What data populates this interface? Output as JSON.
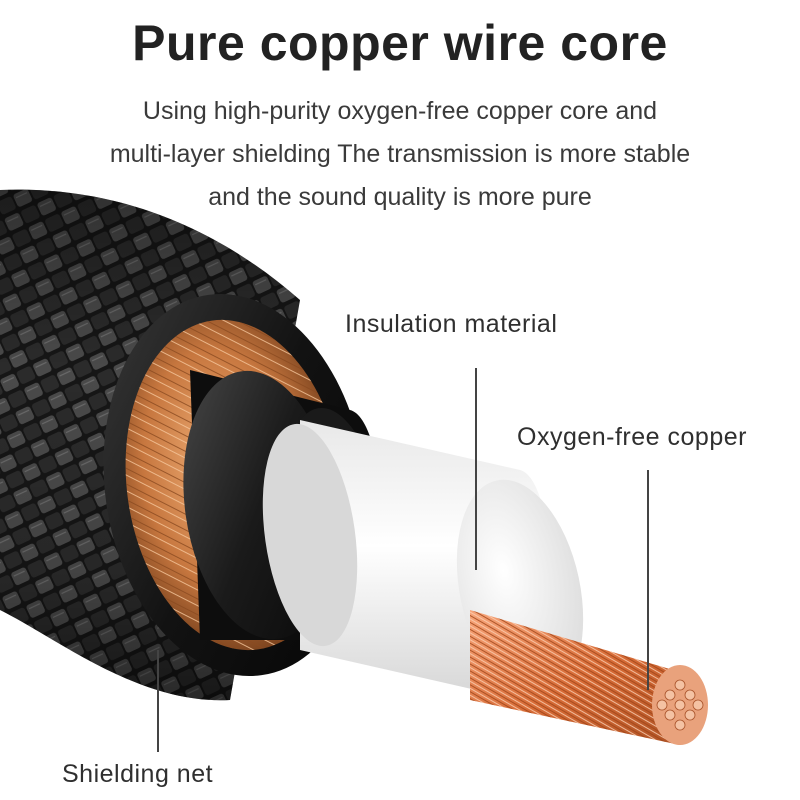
{
  "headline": "Pure copper wire core",
  "description": [
    "Using high-purity oxygen-free copper core and",
    "multi-layer shielding The transmission is more stable",
    "and the sound quality is more pure"
  ],
  "callouts": {
    "insulation": "Insulation material",
    "copper": "Oxygen-free copper",
    "shielding": "Shielding net"
  },
  "colors": {
    "braid": "#1c1c1c",
    "jacket": "#111111",
    "shield_copper": "#c87e4a",
    "insulation_white": "#f2f2f2",
    "copper_core": "#e07a48"
  }
}
